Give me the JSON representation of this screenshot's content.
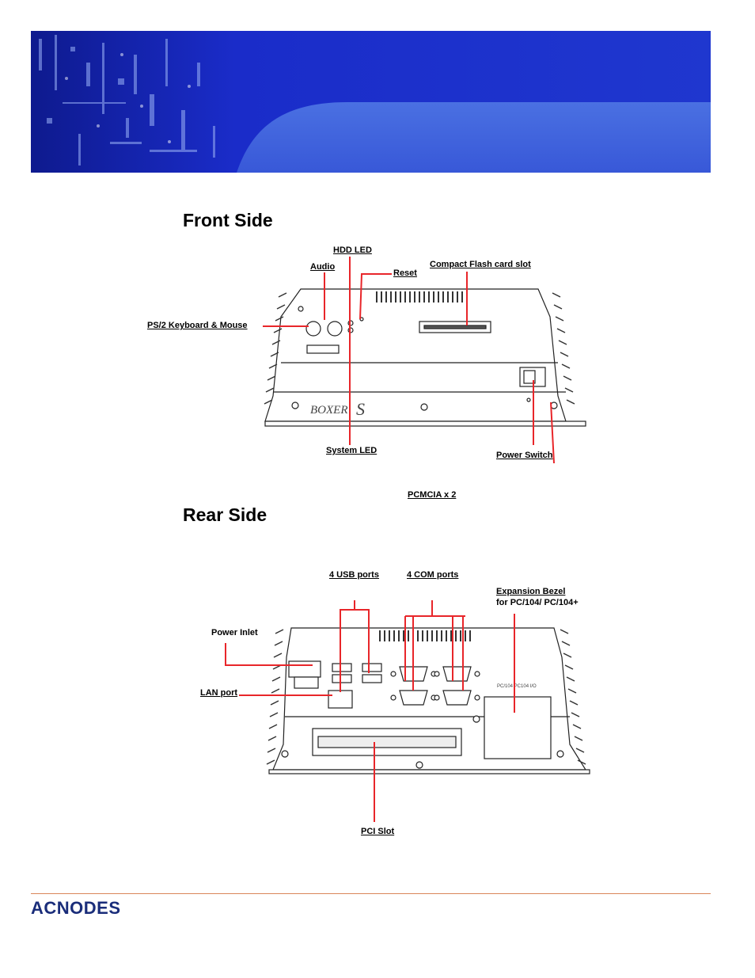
{
  "front": {
    "title": "Front Side",
    "labels": {
      "hdd_led": "HDD LED",
      "audio": "Audio",
      "reset": "Reset",
      "cf_slot": "Compact Flash card slot",
      "ps2": "PS/2 Keyboard & Mouse",
      "system_led": "System LED",
      "power_switch": "Power Switch",
      "pcmcia": "PCMCIA x 2"
    }
  },
  "rear": {
    "title": "Rear Side",
    "labels": {
      "usb": "4 USB ports",
      "com": "4 COM ports",
      "bezel_line1": "Expansion Bezel",
      "bezel_line2": "for PC/104/ PC/104+",
      "power_inlet": "Power Inlet",
      "lan": "LAN port",
      "pci": "PCI Slot"
    },
    "board_text": "PC/104 PC104 I/O"
  },
  "footer": {
    "logo_text": "ACNODES"
  },
  "colors": {
    "callout_line": "#e8262a",
    "banner_blue": "#1b2fc0",
    "logo_blue": "#1a2d7a"
  }
}
